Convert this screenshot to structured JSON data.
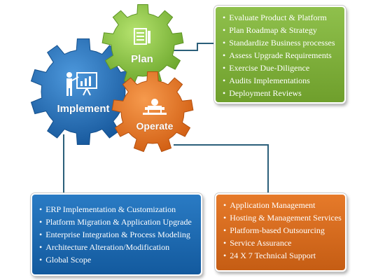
{
  "gears": {
    "plan": {
      "label": "Plan",
      "color": "#8cc43f"
    },
    "implement": {
      "label": "Implement",
      "color": "#1f6db5"
    },
    "operate": {
      "label": "Operate",
      "color": "#e36c1c"
    }
  },
  "plan_box": {
    "items": [
      "Evaluate Product & Platform",
      "Plan Roadmap & Strategy",
      "Standardize Business processes",
      "Assess Upgrade Requirements",
      "Exercise Due-Diligence",
      "Audits Implementations",
      "Deployment Reviews"
    ]
  },
  "implement_box": {
    "items": [
      "ERP Implementation & Customization",
      "Platform Migration & Application Upgrade",
      "Enterprise Integration & Process Modeling",
      "Architecture Alteration/Modification",
      "Global Scope"
    ]
  },
  "operate_box": {
    "items": [
      "Application Management",
      "Hosting & Management Services",
      "Platform-based Outsourcing",
      "Service Assurance",
      "24 X 7 Technical Support"
    ]
  },
  "connector_color": "#2b5f7a"
}
